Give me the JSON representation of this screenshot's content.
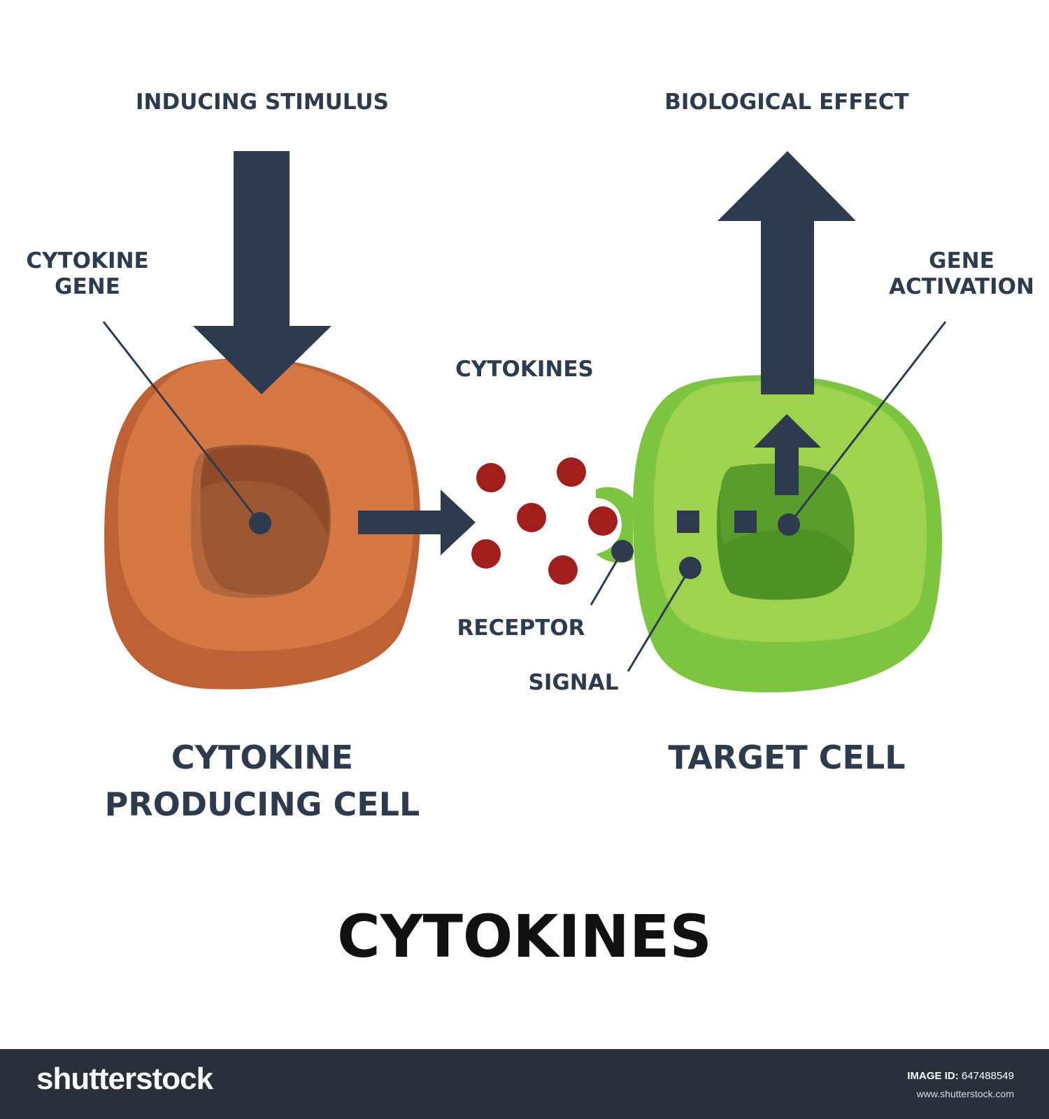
{
  "labels": {
    "inducing_stimulus": "INDUCING STIMULUS",
    "biological_effect": "BIOLOGICAL EFFECT",
    "cytokine_gene_line1": "CYTOKINE",
    "cytokine_gene_line2": "GENE",
    "gene_activation_line1": "GENE",
    "gene_activation_line2": "ACTIVATION",
    "cytokines_small": "CYTOKINES",
    "receptor": "RECEPTOR",
    "signal": "SIGNAL",
    "producing_cell_line1": "CYTOKINE",
    "producing_cell_line2": "PRODUCING CELL",
    "target_cell": "TARGET CELL"
  },
  "title": "CYTOKINES",
  "footer": {
    "brand": "shutterstock",
    "image_id_label": "IMAGE ID:",
    "image_id": "647488549",
    "url": "www.shutterstock.com"
  },
  "colors": {
    "dark_navy": "#2e3a4d",
    "producing_cell": "#d67843",
    "producing_cell_shade": "#be6236",
    "producing_nucleus": "#9c5632",
    "target_cell": "#7dc540",
    "target_cell_light": "#9fd24f",
    "target_nucleus": "#5a9d2d",
    "cytokine_particle": "#a01e1c",
    "footer_bg": "#292f3b"
  }
}
